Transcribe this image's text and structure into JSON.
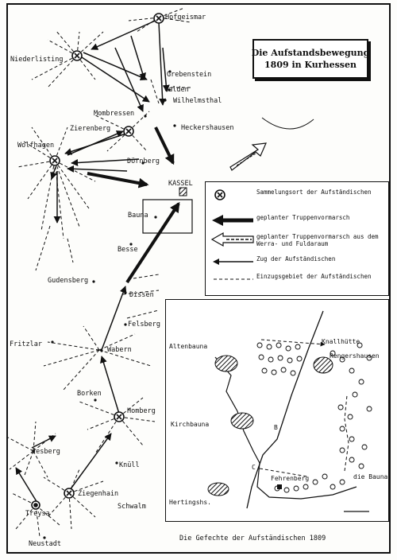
{
  "title": {
    "line1": "Die Aufstandsbewegung",
    "line2": "1809 in Kurhessen"
  },
  "places": {
    "hofgeismar": "Hofgeismar",
    "niederlisting": "Niederlisting",
    "grebenstein": "Grebenstein",
    "calden": "Calden",
    "wilhelmsthal": "Wilhelmsthal",
    "heckershausen": "Heckershausen",
    "mombressen": "Mombressen",
    "zierenberg": "Zierenberg",
    "wolfhagen": "Wolfhagen",
    "dornberg": "Dörnberg",
    "kassel": "KASSEL",
    "bauna": "Bauna",
    "besse": "Besse",
    "gudensberg": "Gudensberg",
    "dissen": "Dissen",
    "felsberg": "Felsberg",
    "fritzlar": "Fritzlar",
    "wabern": "Wabern",
    "borken": "Borken",
    "homberg": "Homberg",
    "jesberg": "Jesberg",
    "ziegenhain": "Ziegenhain",
    "knull": "Knüll",
    "treysa": "Treysa",
    "schwalm": "Schwalm",
    "neustadt": "Neustadt"
  },
  "legend": {
    "items": [
      {
        "symbol": "assembly-point-icon",
        "text": "Sammelungsort der Aufständischen"
      },
      {
        "symbol": "thick-arrow-icon",
        "text": "geplanter Truppenvormarsch"
      },
      {
        "symbol": "hollow-arrow-icon",
        "text": "geplanter Truppenvormarsch aus dem Werra- und Fuldaraum"
      },
      {
        "symbol": "thin-arrow-icon",
        "text": "Zug der Aufständischen"
      },
      {
        "symbol": "dashed-line-icon",
        "text": "Einzugsgebiet der Aufständischen"
      }
    ]
  },
  "inset": {
    "places": {
      "altenbauna": "Altenbauna",
      "knallhutte": "Knallhütte",
      "rengershausen": "Rengershausen",
      "kirchbauna": "Kirchbauna",
      "b": "B",
      "c": "C",
      "fehrenberg": "Fehrenberg",
      "die_bauna": "die Bauna",
      "hertingshausen": "Hertingshs."
    }
  },
  "caption": "Die Gefechte der Aufständischen 1809",
  "colors": {
    "ink": "#111111",
    "paper": "#fdfdfb"
  }
}
